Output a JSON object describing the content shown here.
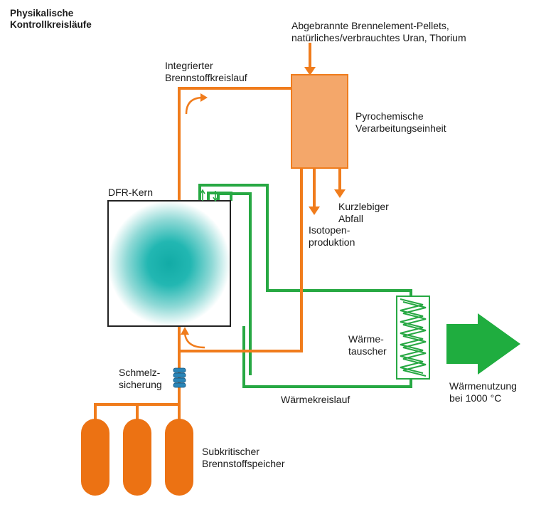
{
  "title": [
    "Physikalische",
    "Kontrollkreisläufe"
  ],
  "labels": {
    "input": [
      "Abgebrannte Brennelement-Pellets,",
      "natürliches/verbrauchtes Uran, Thorium"
    ],
    "fuel_loop": [
      "Integrierter",
      "Brennstoffkreislauf"
    ],
    "pyro_unit": [
      "Pyrochemische",
      "Verarbeitungseinheit"
    ],
    "core": "DFR-Kern",
    "short_lived_waste": [
      "Kurzlebiger",
      "Abfall"
    ],
    "isotope_production": [
      "Isotopen-",
      "produktion"
    ],
    "heat_exchanger": [
      "Wärme-",
      "tauscher"
    ],
    "heat_use": [
      "Wärmenutzung",
      "bei 1000 °C"
    ],
    "fuse": [
      "Schmelz-",
      "sicherung"
    ],
    "heat_loop": "Wärmekreislauf",
    "storage": [
      "Subkritischer",
      "Brennstoffspeicher"
    ]
  },
  "colors": {
    "fuel_line": "#f07c1c",
    "processing_box": "#f4a76a",
    "heat_line": "#27a843",
    "heat_arrow": "#1fad3f",
    "tank": "#ec7213",
    "core_glow": "#1fb6b0",
    "fuse": "#2a86b8"
  }
}
